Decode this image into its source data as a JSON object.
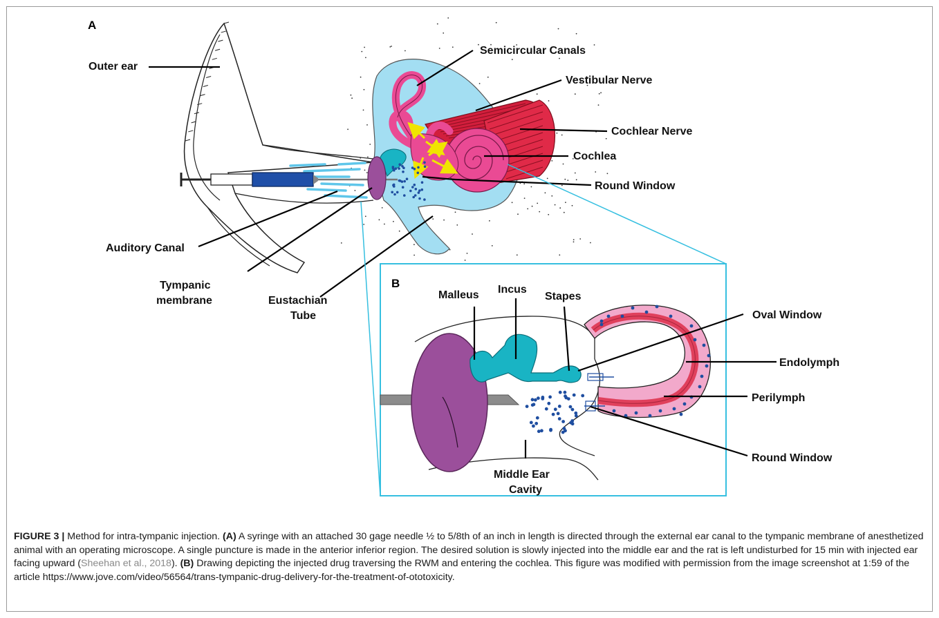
{
  "panels": {
    "a": "A",
    "b": "B"
  },
  "labels_a": {
    "outer_ear": "Outer ear",
    "semicircular_canals": "Semicircular Canals",
    "vestibular_nerve": "Vestibular Nerve",
    "cochlear_nerve": "Cochlear Nerve",
    "cochlea": "Cochlea",
    "round_window": "Round Window",
    "auditory_canal": "Auditory Canal",
    "tympanic_membrane": [
      "Tympanic",
      "membrane"
    ],
    "eustachian_tube": [
      "Eustachian",
      "Tube"
    ]
  },
  "labels_b": {
    "malleus": "Malleus",
    "incus": "Incus",
    "stapes": "Stapes",
    "oval_window": "Oval Window",
    "endolymph": "Endolymph",
    "perilymph": "Perilymph",
    "round_window": "Round Window",
    "middle_ear_cavity": [
      "Middle Ear",
      "Cavity"
    ]
  },
  "caption": {
    "fig_label": "FIGURE 3 |",
    "t1": " Method for intra-tympanic injection. ",
    "a_tag": "(A)",
    "t2": " A syringe with an attached 30 gage needle ½ to 5/8th of an inch in length is directed through the external ear canal to the tympanic membrane of anesthetized animal with an operating microscope. A single puncture is made in the anterior inferior region. The desired solution is slowly injected into the middle ear and the rat is left undisturbed for 15 min with injected ear facing upward (",
    "citation": "Sheehan et al., 2018",
    "t3": "). ",
    "b_tag": "(B)",
    "t4": " Drawing depicting the injected drug traversing the RWM and entering the cochlea. This figure was modified with permission from the image screenshot at 1:59 of the article https://www.jove.com/video/56564/trans-tympanic-drug-delivery-for-the-treatment-of-ototoxicity."
  },
  "colors": {
    "inner_ear_blue": "#a3def2",
    "labyrinth_pink": "#ea4a94",
    "nerve_red": "#d21e3c",
    "syringe_blue": "#1f4fa8",
    "membrane_purple": "#9b4f9b",
    "ossicle_teal": "#19b4c4",
    "drug_dots": "#1f4ea0",
    "arrow_yellow": "#f0e400",
    "perilymph_pink": "#f2a9cb",
    "endolymph_red": "#e0405c",
    "inset_border": "#35bfe0"
  }
}
